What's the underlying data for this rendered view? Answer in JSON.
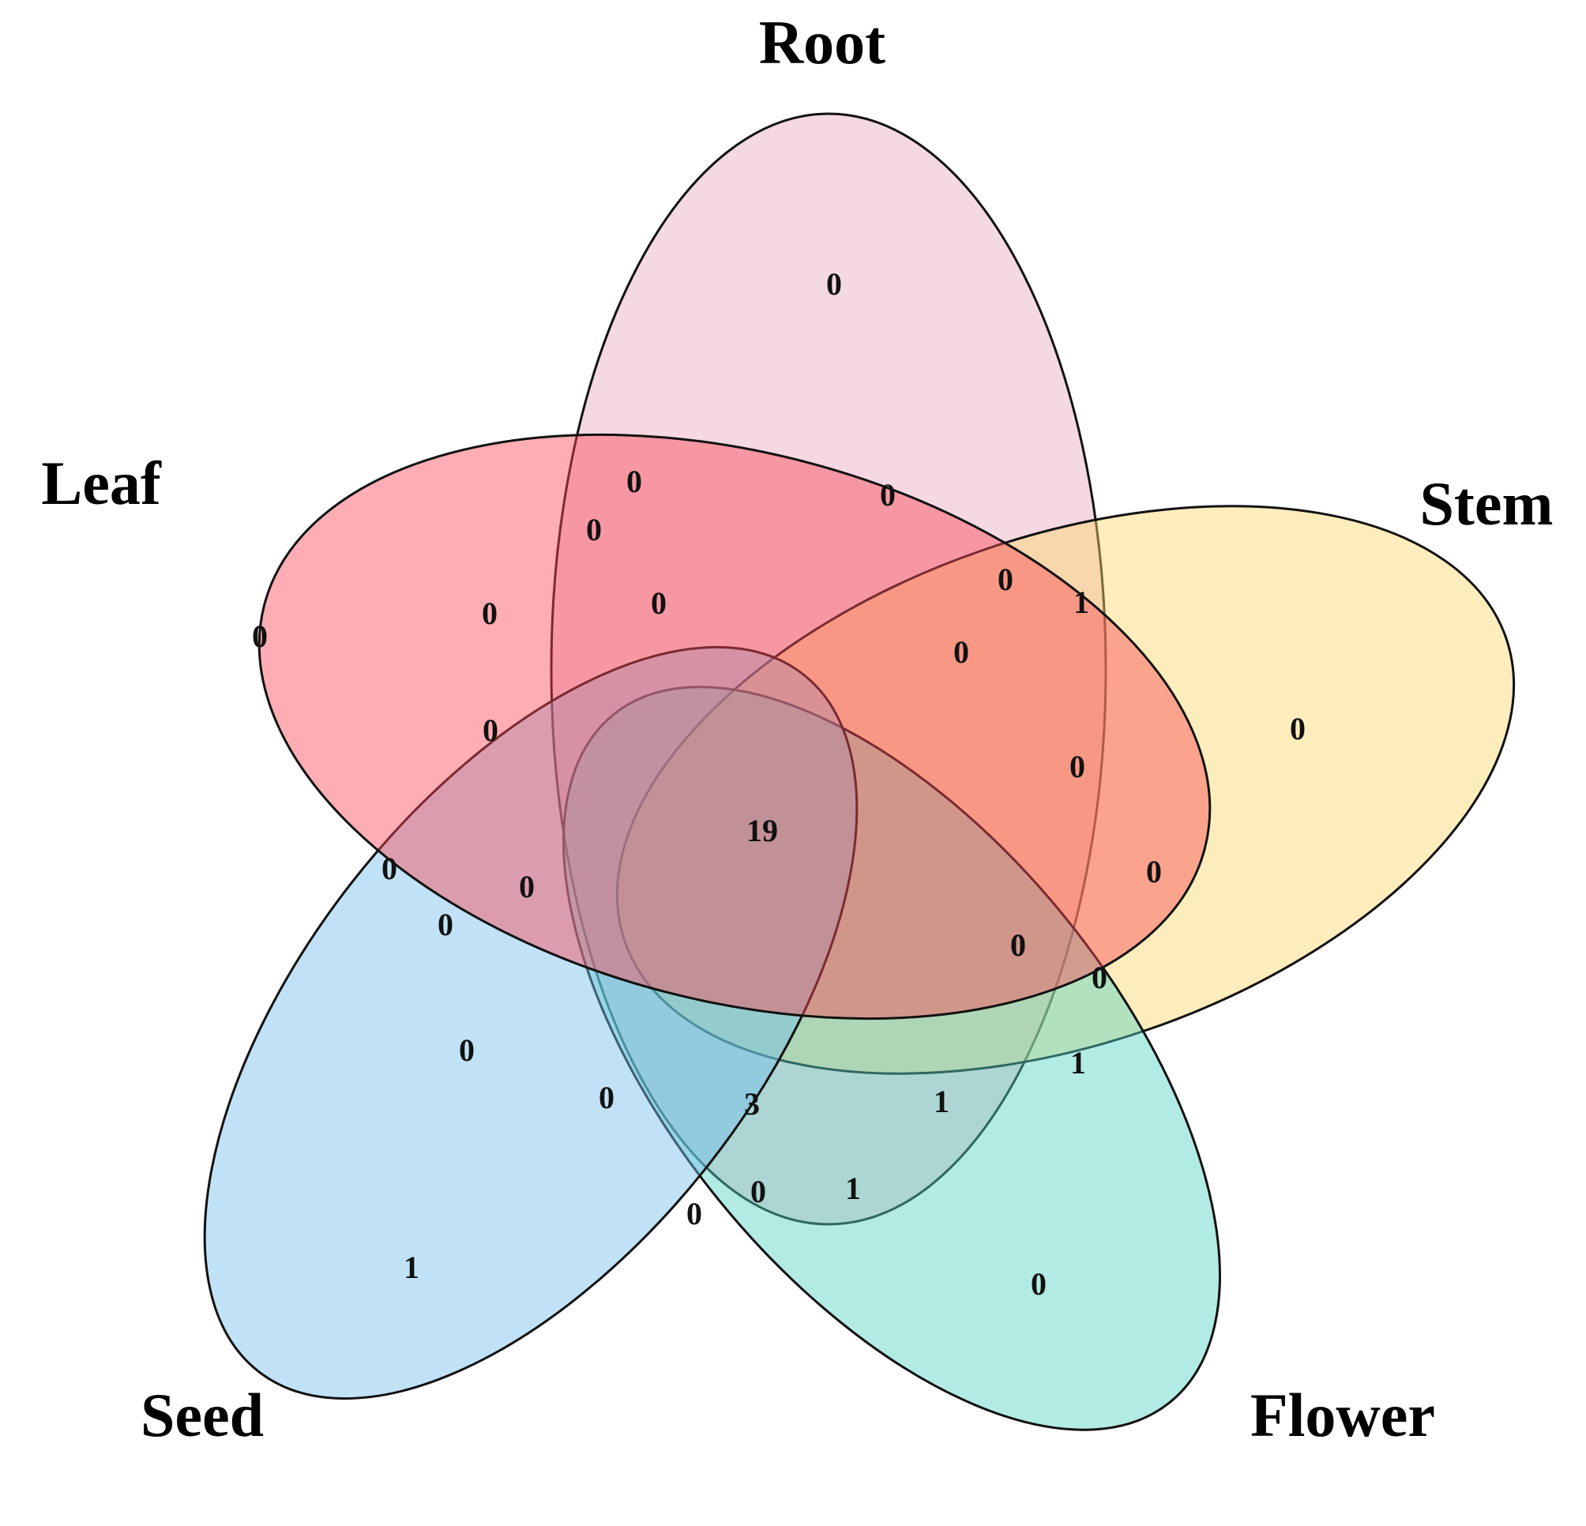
{
  "sets": [
    {
      "id": "root",
      "label": "Root",
      "color": "#E7A9BE"
    },
    {
      "id": "stem",
      "label": "Stem",
      "color": "#FCD66B"
    },
    {
      "id": "flower",
      "label": "Flower",
      "color": "#55D3C2"
    },
    {
      "id": "seed",
      "label": "Seed",
      "color": "#76BFEA"
    },
    {
      "id": "leaf",
      "label": "Leaf",
      "color": "#FA4A56"
    }
  ],
  "regions": [
    {
      "sets": [
        "root"
      ],
      "count": "0"
    },
    {
      "sets": [
        "stem"
      ],
      "count": "0"
    },
    {
      "sets": [
        "flower"
      ],
      "count": "0"
    },
    {
      "sets": [
        "seed"
      ],
      "count": "1"
    },
    {
      "sets": [
        "leaf"
      ],
      "count": "0"
    },
    {
      "sets": [
        "root",
        "stem"
      ],
      "count": "1"
    },
    {
      "sets": [
        "root",
        "flower"
      ],
      "count": "0"
    },
    {
      "sets": [
        "root",
        "seed"
      ],
      "count": "0"
    },
    {
      "sets": [
        "root",
        "leaf"
      ],
      "count": "0"
    },
    {
      "sets": [
        "stem",
        "flower"
      ],
      "count": "1"
    },
    {
      "sets": [
        "stem",
        "seed"
      ],
      "count": "0"
    },
    {
      "sets": [
        "stem",
        "leaf"
      ],
      "count": "0"
    },
    {
      "sets": [
        "flower",
        "seed"
      ],
      "count": "0"
    },
    {
      "sets": [
        "flower",
        "leaf"
      ],
      "count": "0"
    },
    {
      "sets": [
        "seed",
        "leaf"
      ],
      "count": "0"
    },
    {
      "sets": [
        "root",
        "stem",
        "flower"
      ],
      "count": "0"
    },
    {
      "sets": [
        "root",
        "stem",
        "seed"
      ],
      "count": "1"
    },
    {
      "sets": [
        "root",
        "stem",
        "leaf"
      ],
      "count": "0"
    },
    {
      "sets": [
        "root",
        "flower",
        "seed"
      ],
      "count": "0"
    },
    {
      "sets": [
        "root",
        "flower",
        "leaf"
      ],
      "count": "0"
    },
    {
      "sets": [
        "root",
        "seed",
        "leaf"
      ],
      "count": "0"
    },
    {
      "sets": [
        "stem",
        "flower",
        "seed"
      ],
      "count": "1"
    },
    {
      "sets": [
        "stem",
        "flower",
        "leaf"
      ],
      "count": "0"
    },
    {
      "sets": [
        "stem",
        "seed",
        "leaf"
      ],
      "count": "0"
    },
    {
      "sets": [
        "flower",
        "seed",
        "leaf"
      ],
      "count": "0"
    },
    {
      "sets": [
        "root",
        "stem",
        "flower",
        "seed"
      ],
      "count": "3"
    },
    {
      "sets": [
        "root",
        "stem",
        "flower",
        "leaf"
      ],
      "count": "0"
    },
    {
      "sets": [
        "root",
        "stem",
        "seed",
        "leaf"
      ],
      "count": "0"
    },
    {
      "sets": [
        "root",
        "flower",
        "seed",
        "leaf"
      ],
      "count": "0"
    },
    {
      "sets": [
        "stem",
        "flower",
        "seed",
        "leaf"
      ],
      "count": "0"
    },
    {
      "sets": [
        "root",
        "stem",
        "flower",
        "seed",
        "leaf"
      ],
      "count": "19"
    }
  ]
}
